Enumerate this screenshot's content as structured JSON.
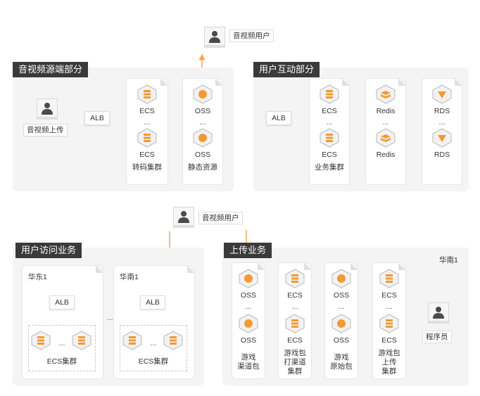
{
  "sections": {
    "audio_source": "音视频源端部分",
    "interaction": "用户互动部分",
    "access": "用户访问业务",
    "upload": "上传业务"
  },
  "users": {
    "top_user": "音视频用户",
    "mid_user": "音视频用户",
    "upload_person": "音视频上传",
    "programmer": "程序员"
  },
  "labels": {
    "alb": "ALB",
    "ecs": "ECS",
    "oss": "OSS",
    "redis": "Redis",
    "rds": "RDS",
    "dots": "...",
    "transcode_cluster": "转码集群",
    "static_resource": "静态资源",
    "business_cluster": "业务集群",
    "ecs_cluster": "ECS集群",
    "east1": "华东1",
    "south1": "华南1",
    "south1_upload": "华南1",
    "game_channel_pkg": "游戏\n渠道包",
    "game_pkg_pack_channel": "游戏包\n打渠道\n集群",
    "game_original_pkg": "游戏\n原始包",
    "game_pkg_upload_cluster": "游戏包\n上传\n集群"
  },
  "colors": {
    "accent": "#f5a64c",
    "icon_orange": "#f29a33",
    "title_bg": "#3a3a3a",
    "panel_bg": "#f4f4f4",
    "line_gray": "#b5b5b5"
  }
}
